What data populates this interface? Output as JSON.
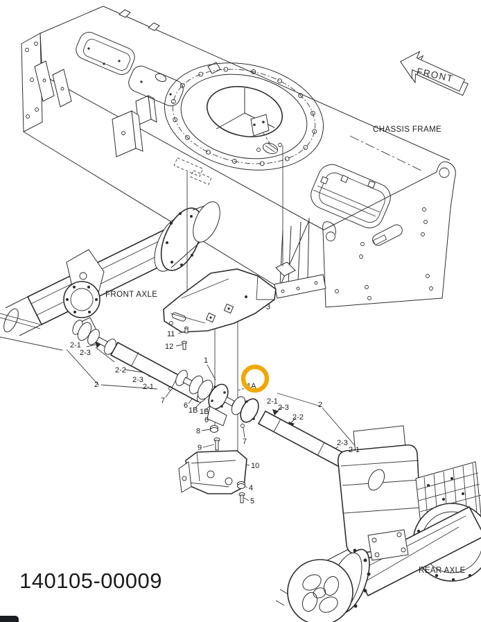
{
  "diagram": {
    "part_number": "140105-00009",
    "front_arrow_label": "FRONT",
    "chassis_frame_label": "CHASSIS FRAME",
    "front_axle_label": "FRONT AXLE",
    "rear_axle_label": "REAR AXLE",
    "highlight": {
      "around_callout": "1A"
    },
    "colors": {
      "line": "#2d2d2d",
      "accent_text": "#FDB714",
      "highlight": "#F0A808",
      "chip": "#1a1d22"
    },
    "callouts": [
      {
        "id": "3",
        "label": "3"
      },
      {
        "id": "11",
        "label": "11"
      },
      {
        "id": "12",
        "label": "12"
      },
      {
        "id": "1",
        "label": "1"
      },
      {
        "id": "1A",
        "label": "1A"
      },
      {
        "id": "6-left",
        "label": "6"
      },
      {
        "id": "1B-left",
        "label": "1B"
      },
      {
        "id": "1B-right",
        "label": "1B"
      },
      {
        "id": "6-right",
        "label": "6"
      },
      {
        "id": "8",
        "label": "8"
      },
      {
        "id": "9",
        "label": "9"
      },
      {
        "id": "10",
        "label": "10"
      },
      {
        "id": "4",
        "label": "4"
      },
      {
        "id": "5",
        "label": "5"
      },
      {
        "id": "7-left",
        "label": "7"
      },
      {
        "id": "7-right",
        "label": "7"
      },
      {
        "id": "2-1-front-a",
        "label": "2-1"
      },
      {
        "id": "2-3-front-a",
        "label": "2-3"
      },
      {
        "id": "2-2-front",
        "label": "2-2"
      },
      {
        "id": "2-front",
        "label": "2"
      },
      {
        "id": "2-3-front-b",
        "label": "2-3"
      },
      {
        "id": "2-1-front-b",
        "label": "2-1"
      },
      {
        "id": "2-1-rear-a",
        "label": "2-1"
      },
      {
        "id": "2-3-rear-a",
        "label": "2-3"
      },
      {
        "id": "2-rear",
        "label": "2"
      },
      {
        "id": "2-2-rear",
        "label": "2-2"
      },
      {
        "id": "2-3-rear-b",
        "label": "2-3"
      },
      {
        "id": "2-1-rear-b",
        "label": "2-1"
      }
    ]
  }
}
